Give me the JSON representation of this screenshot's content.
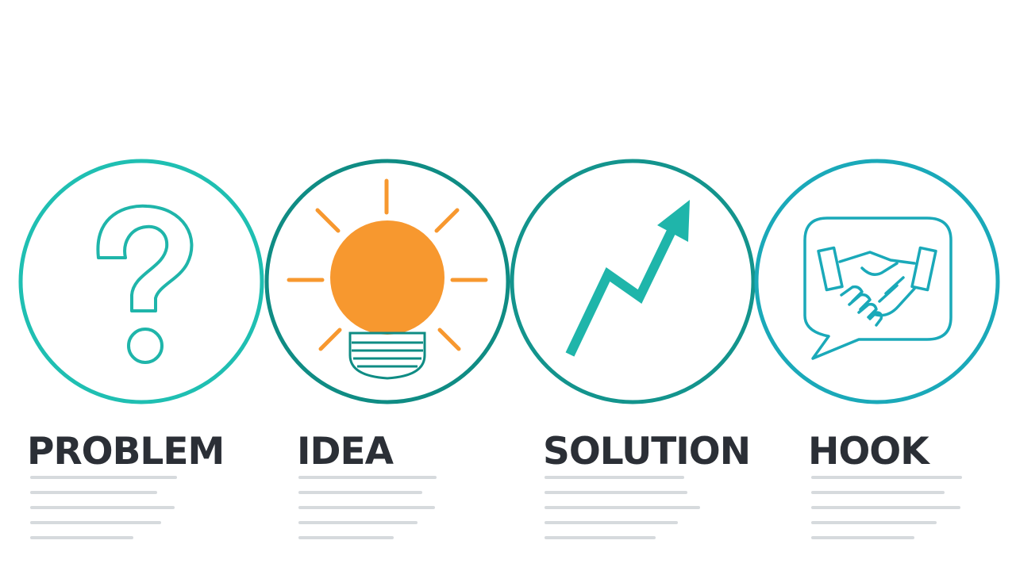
{
  "steps": [
    {
      "label": "PROBLEM",
      "icon": "question-mark-icon",
      "ring_color": "#1fbfb2"
    },
    {
      "label": "IDEA",
      "icon": "light-bulb-icon",
      "ring_color": "#0f8c84"
    },
    {
      "label": "SOLUTION",
      "icon": "rising-arrow-icon",
      "ring_color": "#13948d"
    },
    {
      "label": "HOOK",
      "icon": "handshake-icon",
      "ring_color": "#1aa9b9"
    }
  ],
  "colors": {
    "teal": "#1fb5aa",
    "orange": "#f7982f",
    "label": "#2b2f36",
    "placeholder": "#d6dadd"
  }
}
